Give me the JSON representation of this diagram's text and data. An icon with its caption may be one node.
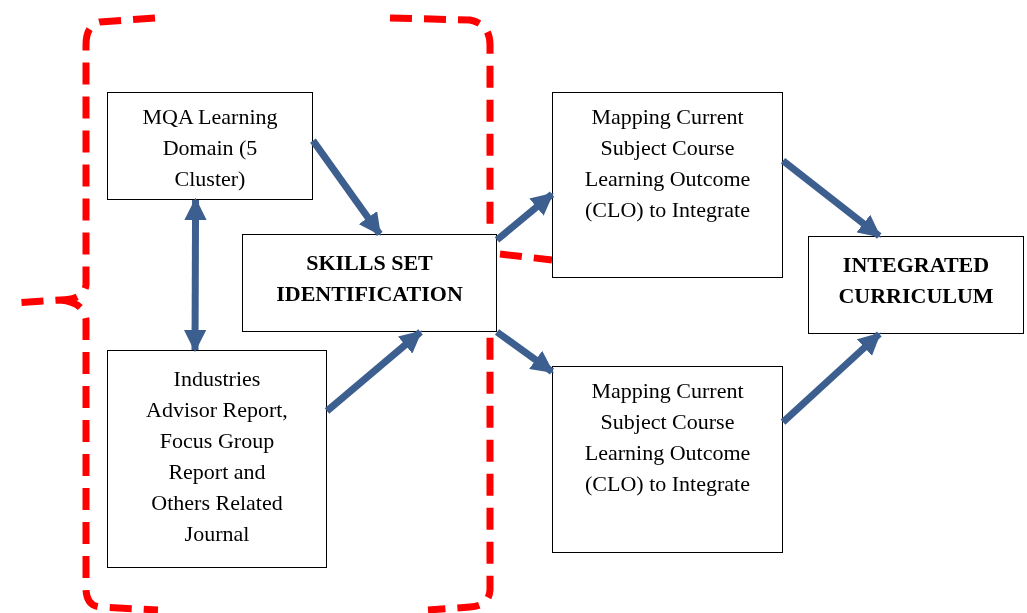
{
  "diagram": {
    "nodes": [
      {
        "text": [
          "MQA Learning Domain (5 Cluster)"
        ]
      },
      {
        "text": [
          "Industries Advisor Report, Focus Group Report and Others Related Journal"
        ]
      },
      {
        "text": [
          "SKILLS SET IDENTIFICATION"
        ]
      },
      {
        "text": [
          "Mapping Current Subject Course Learning Outcome (CLO) to Integrate"
        ]
      },
      {
        "text": [
          "Mapping Current Subject Course Learning Outcome (CLO) to Integrate"
        ]
      },
      {
        "text": [
          "INTEGRATED CURRICULUM"
        ]
      }
    ],
    "edges": [
      {
        "from": 0,
        "to": 2,
        "arrow": "to"
      },
      {
        "from": 0,
        "to": 1,
        "arrow": "both"
      },
      {
        "from": 1,
        "to": 2,
        "arrow": "to"
      },
      {
        "from": 2,
        "to": 3,
        "arrow": "to"
      },
      {
        "from": 2,
        "to": 4,
        "arrow": "to"
      },
      {
        "from": 3,
        "to": 5,
        "arrow": "to"
      },
      {
        "from": 4,
        "to": 5,
        "arrow": "to"
      }
    ]
  }
}
